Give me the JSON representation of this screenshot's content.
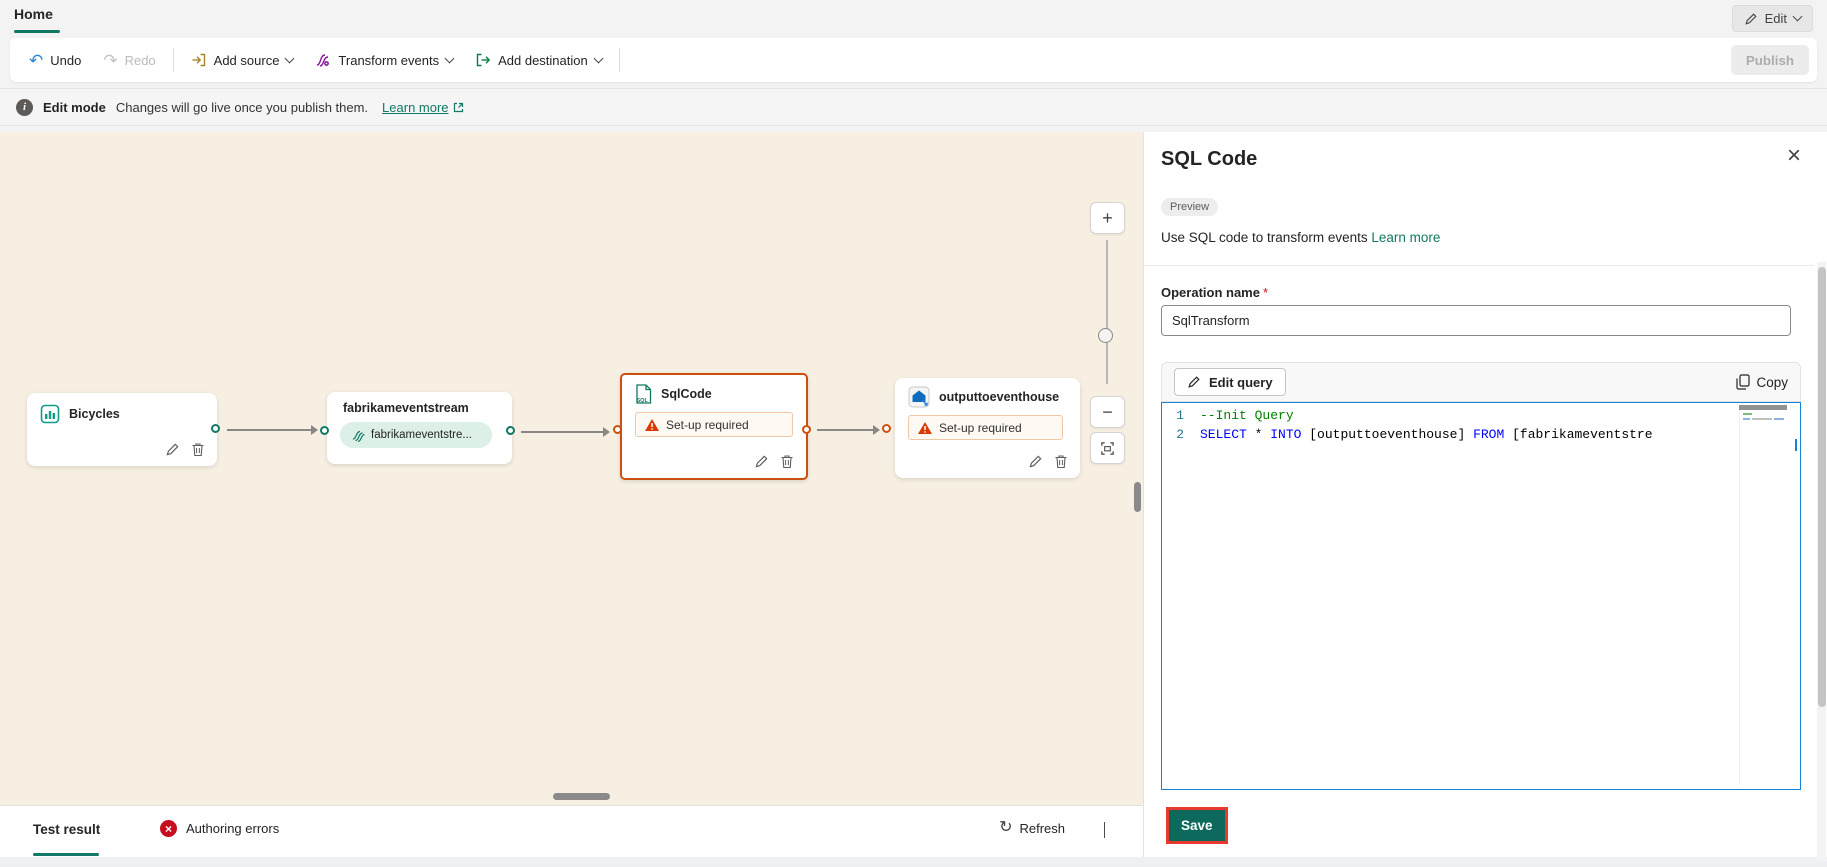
{
  "tabs": {
    "home": "Home"
  },
  "top": {
    "edit": "Edit",
    "publish": "Publish"
  },
  "toolbar": {
    "undo": "Undo",
    "redo": "Redo",
    "add_source": "Add source",
    "transform_events": "Transform events",
    "add_destination": "Add destination"
  },
  "banner": {
    "title": "Edit mode",
    "message": "Changes will go live once you publish them.",
    "learn_more": "Learn more"
  },
  "canvas": {
    "zoom_in": "+",
    "zoom_out": "−",
    "nodes": [
      {
        "title": "Bicycles"
      },
      {
        "title": "fabrikameventstream",
        "stream_pill": "fabrikameventstre..."
      },
      {
        "title": "SqlCode",
        "warning": "Set-up required"
      },
      {
        "title": "outputtoeventhouse",
        "warning": "Set-up required"
      }
    ]
  },
  "footer": {
    "test_result": "Test result",
    "authoring_errors": "Authoring errors",
    "refresh": "Refresh"
  },
  "panel": {
    "title": "SQL Code",
    "preview_badge": "Preview",
    "description": "Use SQL code to transform events",
    "learn_more": "Learn more",
    "operation_name_label": "Operation name",
    "required_mark": "*",
    "operation_name_value": "SqlTransform",
    "edit_query": "Edit query",
    "copy": "Copy",
    "save": "Save",
    "code": {
      "line_numbers": [
        "1",
        "2"
      ],
      "line1_comment": "--Init Query",
      "line2": {
        "kw1": "SELECT",
        "frag1": " * ",
        "kw2": "INTO",
        "frag2": " [outputtoeventhouse] ",
        "kw3": "FROM",
        "frag3": " [fabrikameventstre"
      }
    }
  },
  "colors": {
    "accent_teal": "#117865",
    "selection_orange": "#ca5010",
    "save_green": "#0c695c",
    "highlight_red": "#e8392f",
    "editor_border": "#1783d8",
    "keyword_blue": "#0000ff",
    "comment_green": "#008000",
    "canvas_beige": "#f7f0e2"
  }
}
